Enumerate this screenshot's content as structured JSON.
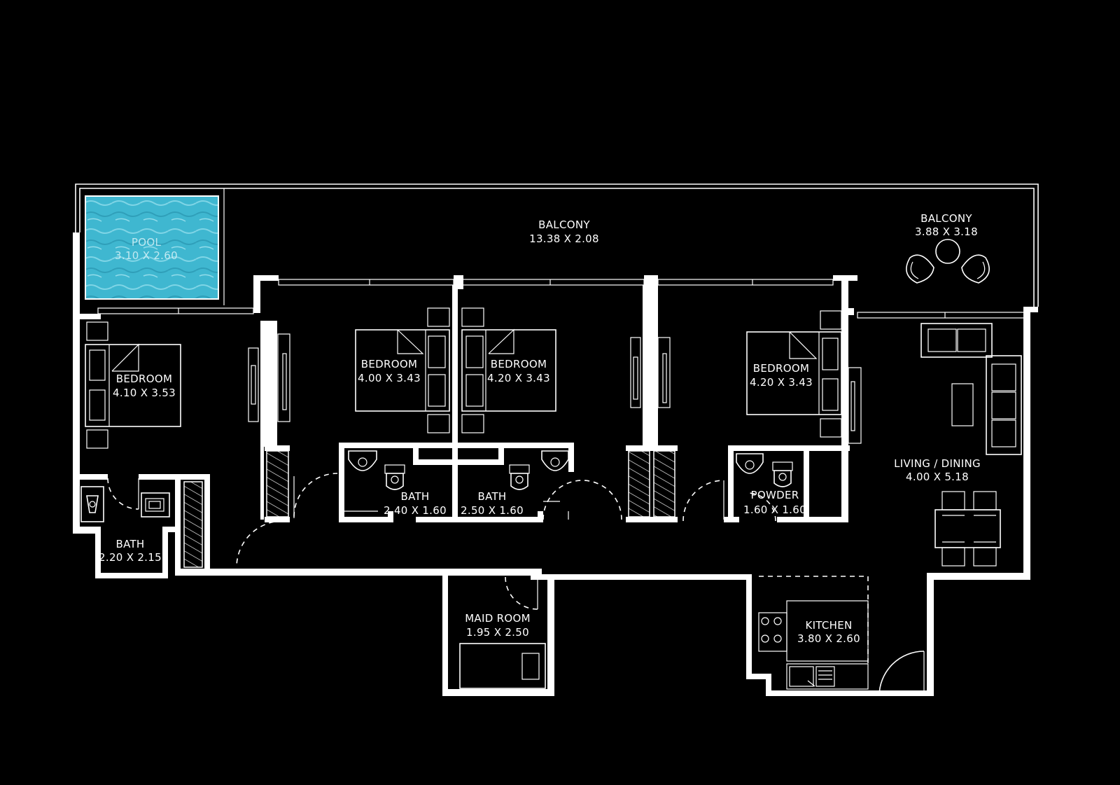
{
  "colors": {
    "background": "#000000",
    "walls": "#ffffff",
    "pool_water": "#3fb7d0"
  },
  "rooms": {
    "pool": {
      "name": "POOL",
      "size": "3.10 X 2.60"
    },
    "balcony_main": {
      "name": "BALCONY",
      "size": "13.38 X 2.08"
    },
    "balcony_side": {
      "name": "BALCONY",
      "size": "3.88 X 3.18"
    },
    "bedroom_1": {
      "name": "BEDROOM",
      "size": "4.10 X 3.53"
    },
    "bedroom_2": {
      "name": "BEDROOM",
      "size": "4.00 X 3.43"
    },
    "bedroom_3": {
      "name": "BEDROOM",
      "size": "4.20 X 3.43"
    },
    "bedroom_4": {
      "name": "BEDROOM",
      "size": "4.20 X 3.43"
    },
    "living_dining": {
      "name": "LIVING / DINING",
      "size": "4.00 X 5.18"
    },
    "bath_1": {
      "name": "BATH",
      "size": "2.20 X 2.15"
    },
    "bath_2": {
      "name": "BATH",
      "size": "2.40 X 1.60"
    },
    "bath_3": {
      "name": "BATH",
      "size": "2.50 X 1.60"
    },
    "powder": {
      "name": "POWDER",
      "size": "1.60 X 1.60"
    },
    "maid_room": {
      "name": "MAID ROOM",
      "size": "1.95 X 2.50"
    },
    "kitchen": {
      "name": "KITCHEN",
      "size": "3.80 X 2.60"
    }
  },
  "icons": [
    "pool-icon",
    "bed-icon",
    "sofa-icon",
    "dining-table-icon",
    "toilet-icon",
    "washbasin-icon",
    "stove-icon",
    "sink-icon",
    "lounge-chair-icon",
    "door-swing-icon"
  ]
}
